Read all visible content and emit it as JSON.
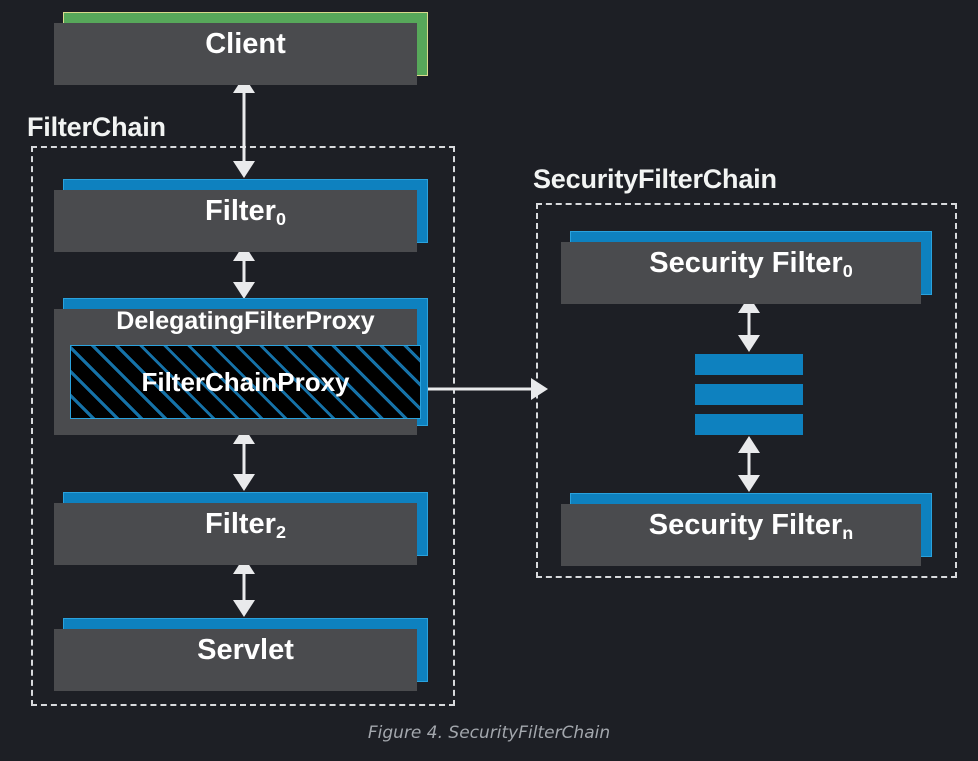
{
  "figure": {
    "caption": "Figure 4. SecurityFilterChain",
    "background_color": "#1d1f25",
    "accent_blue": "#0e81bf",
    "accent_green": "#57a85a",
    "border_blue": "#2aa2dd",
    "border_green": "#d8da8c",
    "shadow_color": "#4a4b4e",
    "dashed_border_color": "#d8dadd",
    "arrow_color": "#e9eaec",
    "hatch_line_color": "#1672a8",
    "hatch_background": "#000000",
    "caption_color": "#a3a7ad"
  },
  "nodes": {
    "client": {
      "label": "Client",
      "type": "green-box"
    },
    "filter0": {
      "label": "Filter",
      "subscript": "0",
      "type": "blue-box"
    },
    "delegating_filter_proxy": {
      "label": "DelegatingFilterProxy",
      "type": "blue-box"
    },
    "filter_chain_proxy": {
      "label": "FilterChainProxy",
      "type": "hatched-box"
    },
    "filter2": {
      "label": "Filter",
      "subscript": "2",
      "type": "blue-box"
    },
    "servlet": {
      "label": "Servlet",
      "type": "blue-box"
    },
    "security_filter0": {
      "label": "Security Filter",
      "subscript": "0",
      "type": "blue-box"
    },
    "security_filter_n": {
      "label": "Security Filter",
      "subscript": "n",
      "type": "blue-box"
    }
  },
  "groups": {
    "filter_chain": {
      "label": "FilterChain"
    },
    "security_filter_chain": {
      "label": "SecurityFilterChain"
    }
  },
  "connectors": {
    "client_to_filter0": {
      "kind": "bidirectional-vertical"
    },
    "filter0_to_dfp": {
      "kind": "bidirectional-vertical"
    },
    "dfp_to_filter2": {
      "kind": "bidirectional-vertical"
    },
    "filter2_to_servlet": {
      "kind": "bidirectional-vertical"
    },
    "fcp_to_security_chain": {
      "kind": "unidirectional-horizontal"
    },
    "securityfilter0_to_ellipsis": {
      "kind": "bidirectional-vertical"
    },
    "ellipsis_to_securityfiltern": {
      "kind": "bidirectional-vertical"
    }
  },
  "ellipsis_bars": {
    "count": 3,
    "meaning": "additional-security-filters"
  }
}
